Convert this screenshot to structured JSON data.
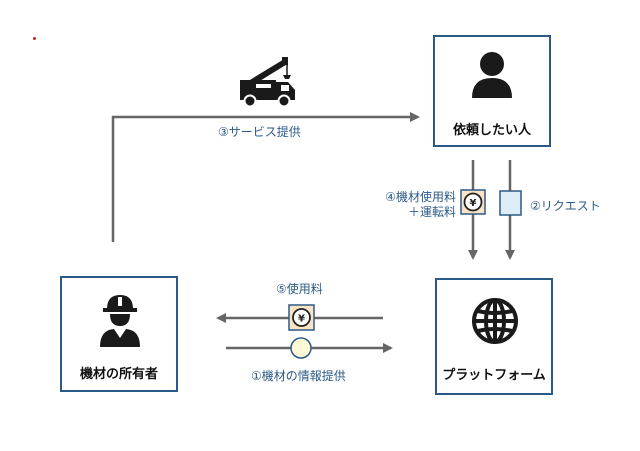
{
  "nodes": {
    "requester": {
      "label": "依頼したい人",
      "icon": "person-icon"
    },
    "platform": {
      "label": "プラットフォーム",
      "icon": "globe-icon"
    },
    "owner": {
      "label": "機材の所有者",
      "icon": "worker-hardhat-icon"
    }
  },
  "flows": {
    "equipment_info": "①機材の情報提供",
    "request": "②リクエスト",
    "service": "③サービス提供",
    "payment_line1": "④機材使用料",
    "payment_line2": "＋運転料",
    "usage_fee": "⑤使用料"
  },
  "icons": {
    "truck": "crane-truck-icon",
    "yen": "yen-coin-icon",
    "document": "document-icon",
    "info": "info-circle-icon"
  },
  "colors": {
    "border": "#2c5a86",
    "arrow": "#666666",
    "label": "#2c5a86",
    "yen_fill": "#fbe3c6",
    "doc_fill": "#deeef8",
    "info_fill": "#fff9d6"
  }
}
